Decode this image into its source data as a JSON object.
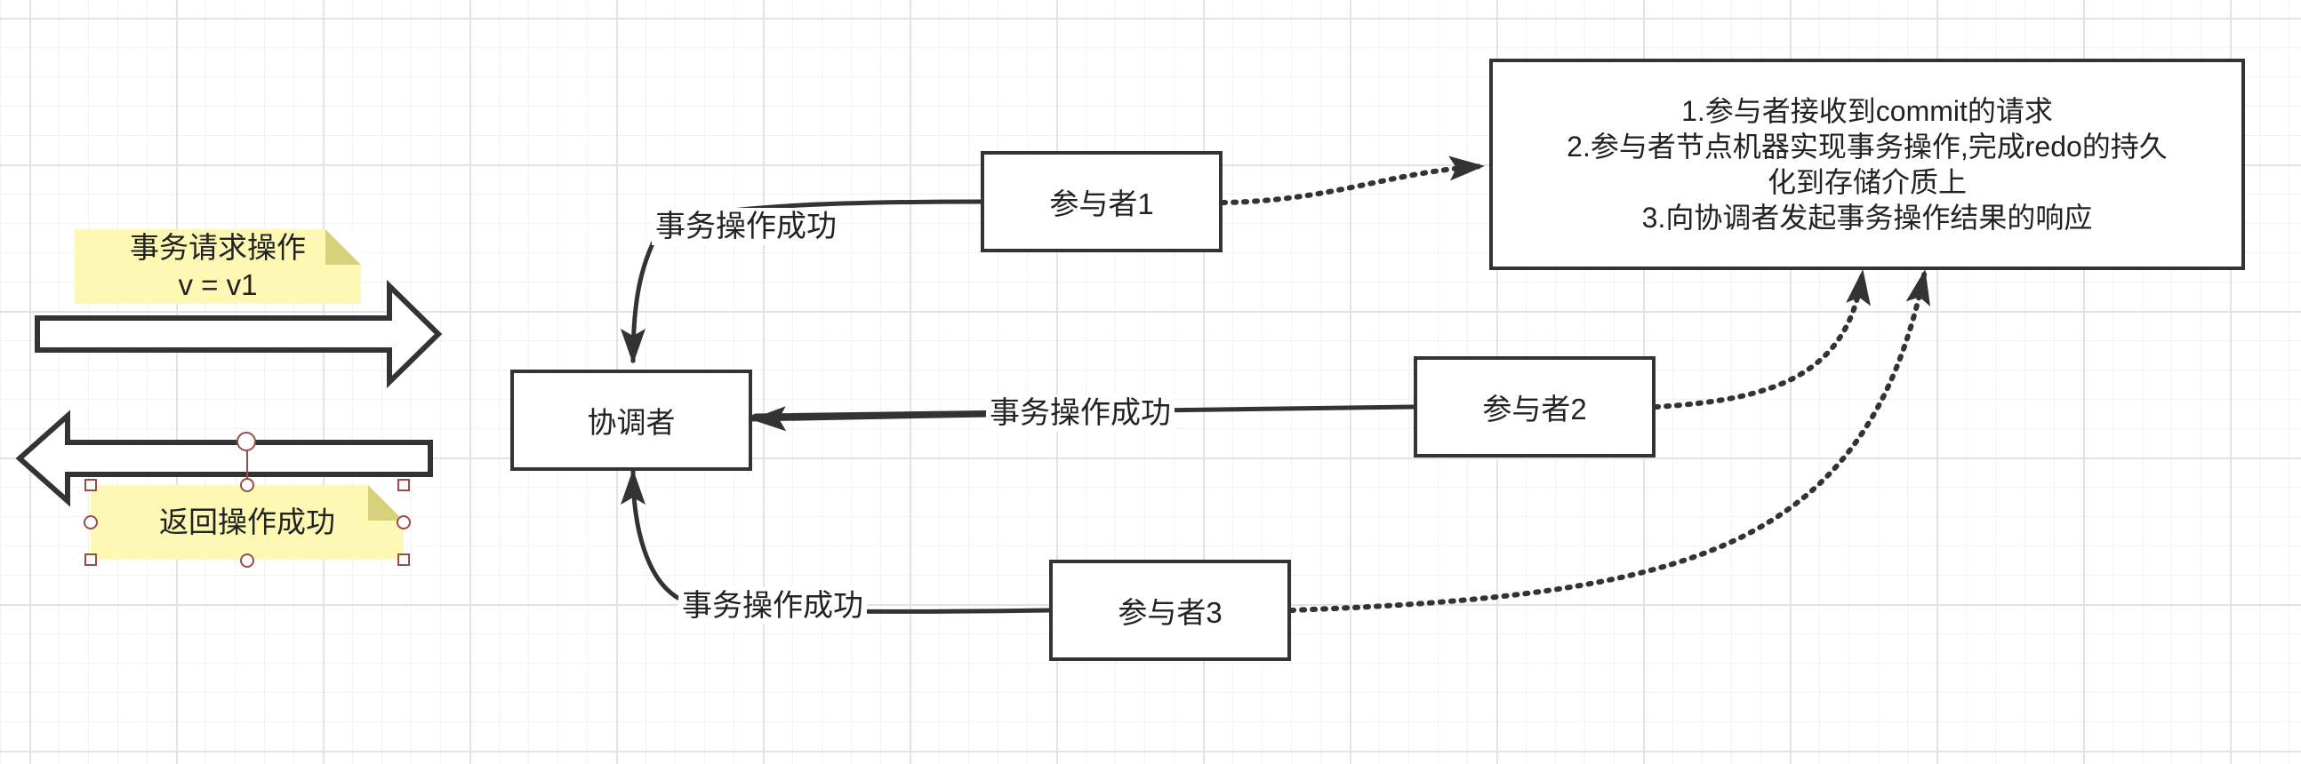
{
  "nodes": {
    "coordinator": "协调者",
    "participant1": "参与者1",
    "participant2": "参与者2",
    "participant3": "参与者3"
  },
  "process_box": {
    "lines": [
      "1.参与者接收到commit的请求",
      "2.参与者节点机器实现事务操作,完成redo的持久",
      "化到存储介质上",
      "3.向协调者发起事务操作结果的响应"
    ]
  },
  "notes": {
    "request": {
      "line1": "事务请求操作",
      "line2": "v = v1"
    },
    "response": {
      "line1": "返回操作成功"
    }
  },
  "edge_labels": {
    "p1_to_coordinator": "事务操作成功",
    "p2_to_coordinator": "事务操作成功",
    "p3_to_coordinator": "事务操作成功"
  },
  "colors": {
    "stroke": "#333333",
    "note_fill": "#fdf8b4",
    "note_fold": "#d6d17a",
    "selection_handle": "#9c4a4a"
  },
  "icons": {
    "request_arrow": "right-block-arrow",
    "response_arrow": "left-block-arrow"
  }
}
